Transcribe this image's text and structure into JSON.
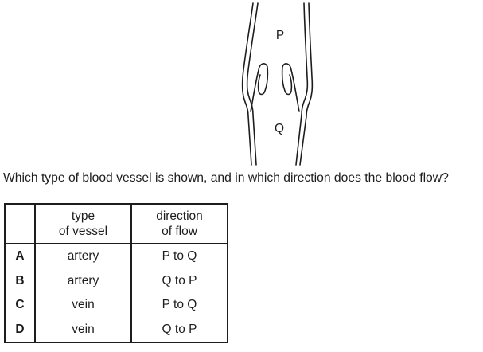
{
  "question": {
    "text": "Which type of blood vessel is shown, and in which direction does the blood flow?"
  },
  "diagram": {
    "description": "vein-with-valve-diagram",
    "label_top": "P",
    "label_bottom": "Q"
  },
  "table": {
    "headers": {
      "vessel_line1": "type",
      "vessel_line2": "of vessel",
      "flow_line1": "direction",
      "flow_line2": "of flow"
    },
    "rows": [
      {
        "option": "A",
        "vessel": "artery",
        "flow": "P to Q"
      },
      {
        "option": "B",
        "vessel": "artery",
        "flow": "Q to P"
      },
      {
        "option": "C",
        "vessel": "vein",
        "flow": "P to Q"
      },
      {
        "option": "D",
        "vessel": "vein",
        "flow": "Q to P"
      }
    ]
  },
  "colors": {
    "ink": "#1d1d1d",
    "background": "#ffffff"
  }
}
